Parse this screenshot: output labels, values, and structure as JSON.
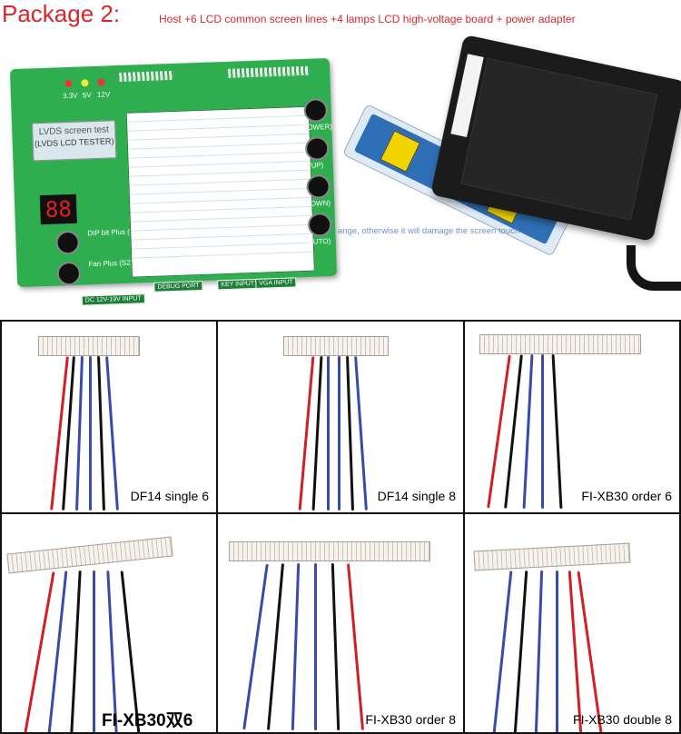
{
  "header": {
    "title": "Package 2:",
    "description": "Host +6 LCD common screen lines +4 lamps LCD high-voltage board + power adapter",
    "title_color": "#d8262b"
  },
  "board": {
    "lcd_line1": "LVDS screen test",
    "lcd_line2": "(LVDS LCD TESTER)",
    "seg_display": "88",
    "voltages": [
      "3.3V",
      "5V",
      "12V"
    ],
    "button_labels": [
      "(POWER)",
      "(UP)",
      "(DOWN)",
      "(AUTO)"
    ],
    "left_labels": [
      "DIP bit Plus (S1)",
      "Fan Plus (S2)"
    ],
    "ports": [
      "DC 12V-19V INPUT",
      "DEBUG PORT",
      "KEY INPUT",
      "VGA INPUT"
    ]
  },
  "overlay_note": "ange, otherwise it will damage the screen touch",
  "captions": [
    "DF14 single 6",
    "DF14 single 8",
    "FI-XB30 order 6",
    "FI-XB30双6",
    "FI-XB30 order 8",
    "FI-XB30 double 8"
  ],
  "colors": {
    "board_green": "#2fae4f",
    "wire_red": "#d21f27",
    "wire_blue": "#3a4aa8",
    "wire_black": "#111111"
  }
}
